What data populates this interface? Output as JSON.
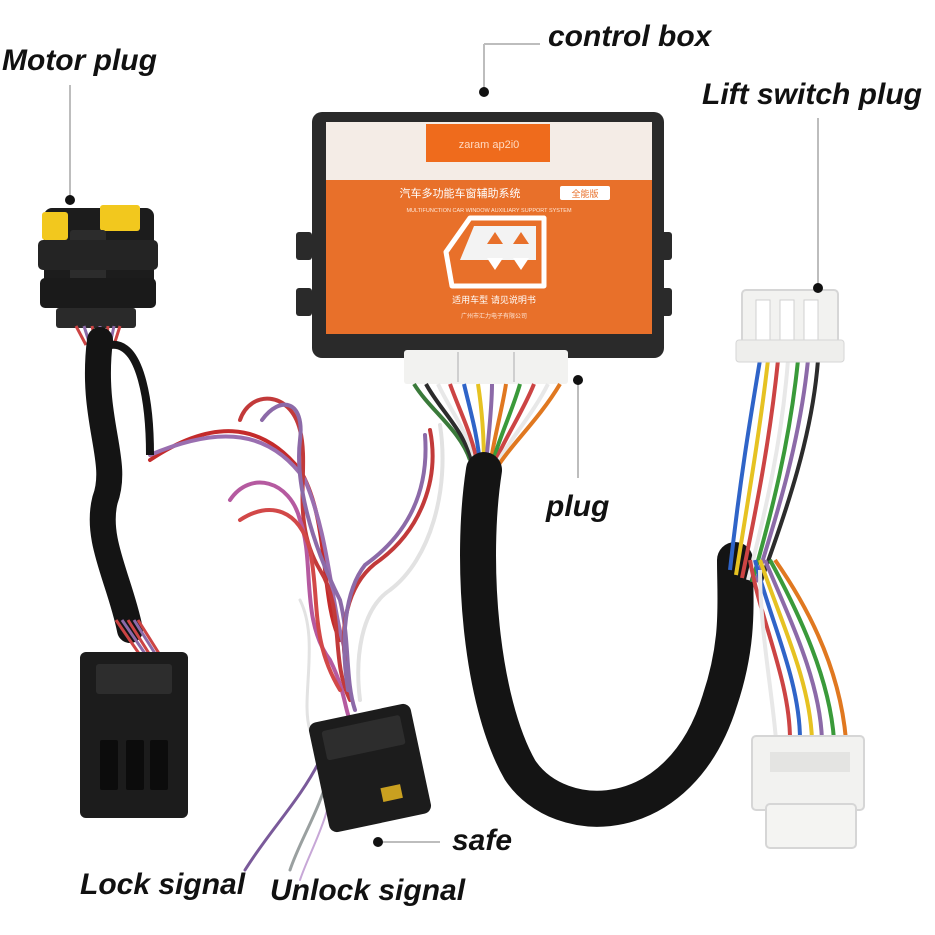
{
  "labels": {
    "motor_plug": "Motor plug",
    "control_box": "control box",
    "lift_switch_plug": "Lift switch plug",
    "plug": "plug",
    "safe": "safe",
    "lock_signal": "Lock signal",
    "unlock_signal": "Unlock signal"
  },
  "box_text": {
    "title_cn": "汽车多功能车窗辅助系统",
    "badge_cn": "全能版",
    "subtitle_en": "MULTIFUNCTION CAR WINDOW AUXILIARY SUPPORT SYSTEM",
    "small_cn": "适用车型 请见说明书",
    "small_cn2": "广州市汇力电子有限公司",
    "display_text": "zaram ap2i0"
  },
  "colors": {
    "box_orange": "#e8702a",
    "box_body": "#2a2a2a",
    "connector_white": "#f2f2f0",
    "connector_black": "#1c1c1c",
    "motor_plug_yellow": "#f2c81e",
    "sleeve_black": "#141414"
  }
}
